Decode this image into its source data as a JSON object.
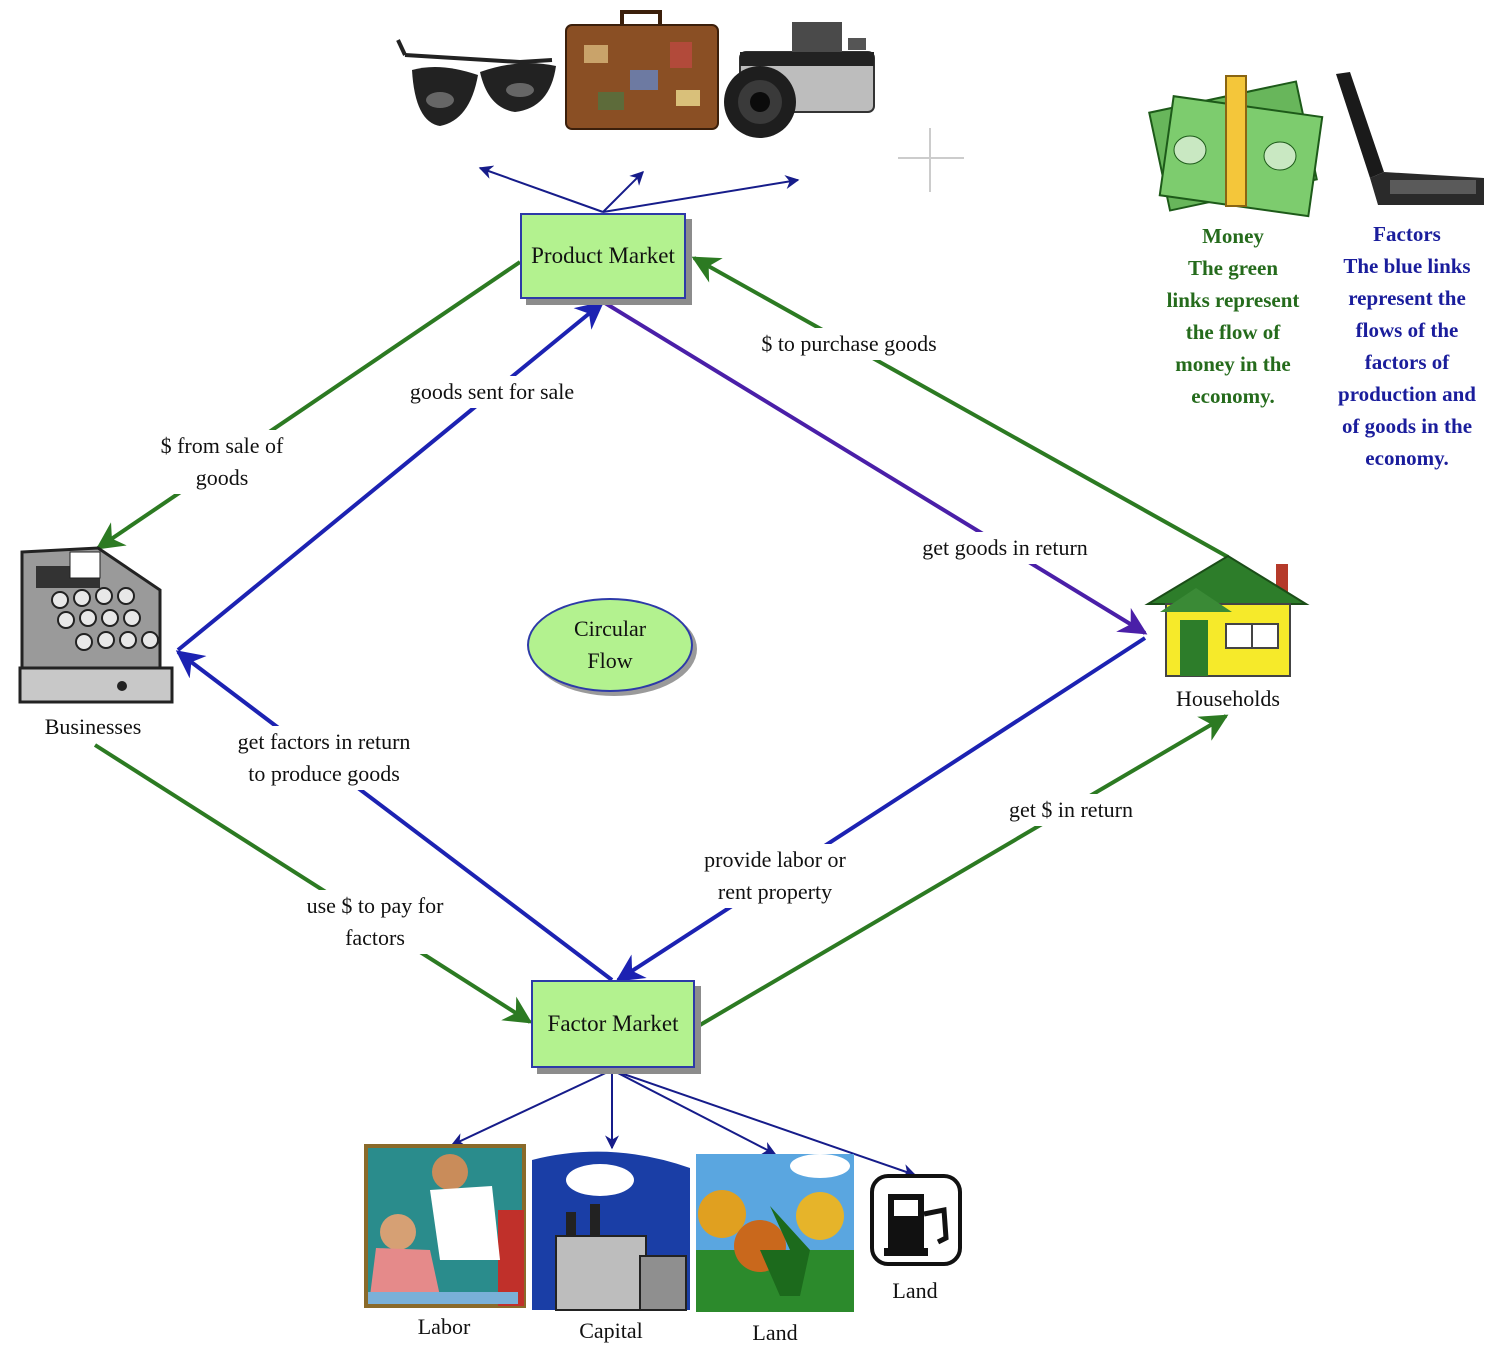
{
  "nodes": {
    "product_market": "Product Market",
    "factor_market": "Factor Market",
    "center_line1": "Circular",
    "center_line2": "Flow",
    "businesses": "Businesses",
    "households": "Households"
  },
  "flows": {
    "from_sale_l1": "$ from sale of",
    "from_sale_l2": "goods",
    "goods_sent": "goods sent for sale",
    "to_purchase": "$ to purchase goods",
    "goods_return": "get goods in return",
    "factors_return_l1": "get factors in return",
    "factors_return_l2": "to produce goods",
    "use_money_l1": "use $ to pay for",
    "use_money_l2": "factors",
    "provide_labor_l1": "provide labor or",
    "provide_labor_l2": "rent  property",
    "get_money": "get $ in return"
  },
  "factors": {
    "labor": "Labor",
    "capital": "Capital",
    "land1": "Land",
    "land2": "Land"
  },
  "legend": {
    "money_title": "Money",
    "money_lines": [
      "The green",
      "links represent",
      "the flow of",
      "money in the",
      "economy."
    ],
    "factors_title": "Factors",
    "factors_lines": [
      "The blue links",
      "represent the",
      "flows of the",
      "factors of",
      "production and",
      "of goods in the",
      "economy."
    ]
  },
  "colors": {
    "money_link": "#2c7a22",
    "factor_link": "#1c22b2",
    "legend_money": "#256b1c",
    "legend_factors": "#1a1d9c"
  },
  "icons": [
    "sunglasses-icon",
    "suitcase-icon",
    "camera-icon",
    "money-stack-icon",
    "laptop-icon",
    "cash-register-icon",
    "house-icon",
    "teacher-student-icon",
    "factory-icon",
    "forest-icon",
    "gas-pump-icon"
  ]
}
